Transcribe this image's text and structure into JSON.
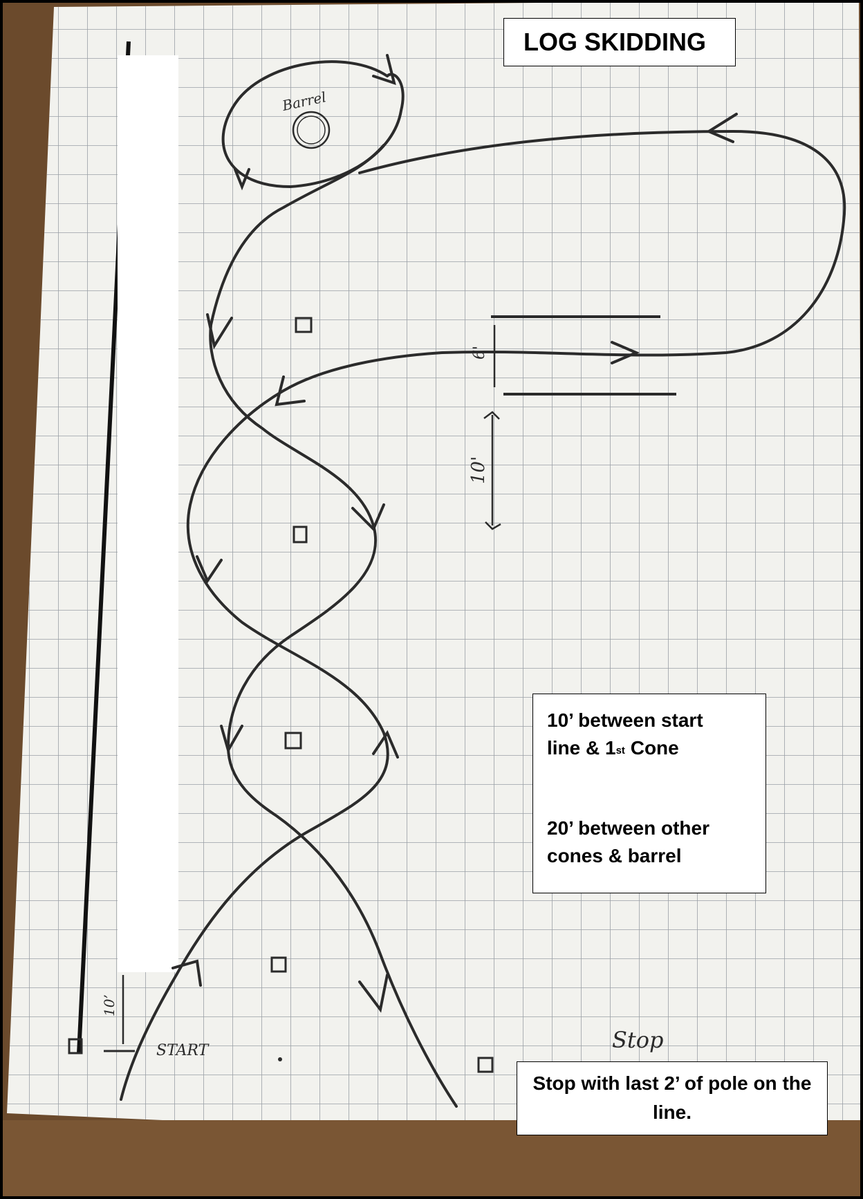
{
  "title": "LOG SKIDDING",
  "notes": {
    "line1_a": "10’ between start",
    "line1_b": "line & 1",
    "line1_sup": "st",
    "line1_c": " Cone",
    "line2_a": "20’ between other",
    "line2_b": "cones & barrel"
  },
  "stop_note": "Stop with last 2’ of pole on the line.",
  "handwritten": {
    "barrel": "Barrel",
    "start": "START",
    "stop": "Stop",
    "start_gap": "10’",
    "dimension_long": "10'",
    "dimension_short": "6'"
  },
  "colors": {
    "paper": "#f2f2ee",
    "grid": "#9aa0a6",
    "ink": "#2b2b2b",
    "table": "#6b4a2c"
  }
}
